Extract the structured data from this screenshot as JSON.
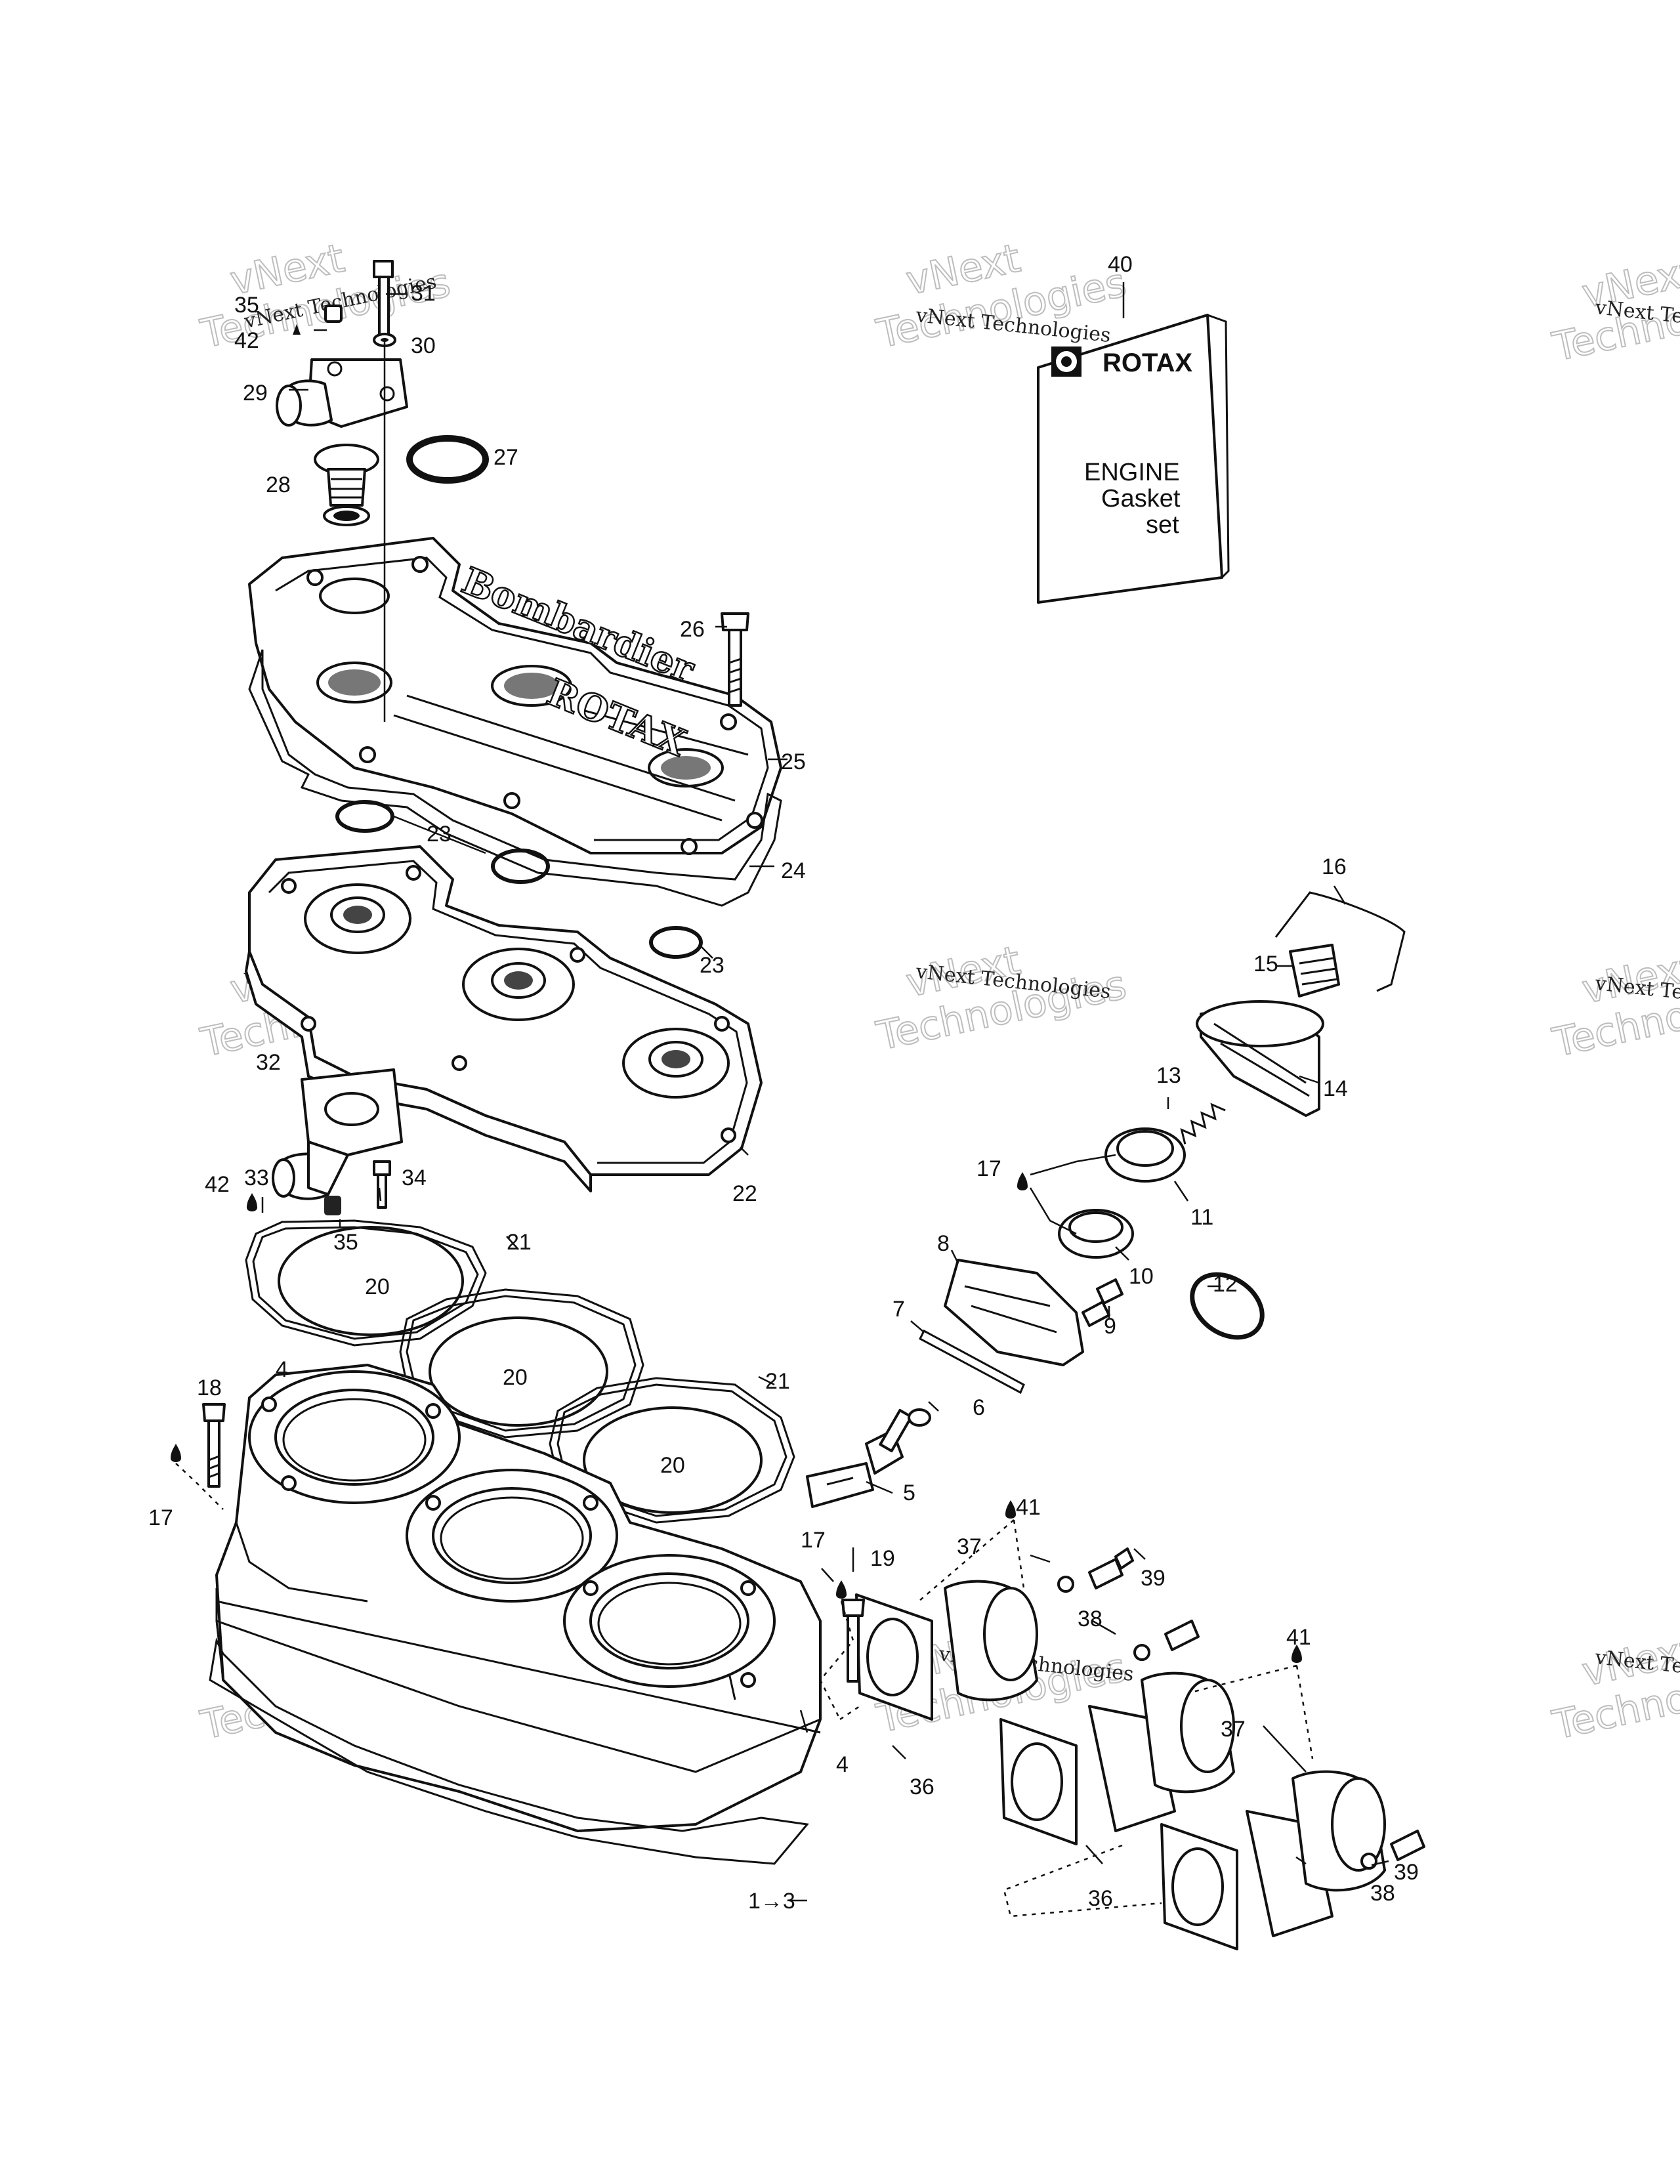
{
  "callouts": [
    "31",
    "35",
    "42",
    "30",
    "29",
    "27",
    "28",
    "40",
    "26",
    "25",
    "23",
    "24",
    "23",
    "16",
    "15",
    "14",
    "13",
    "32",
    "22",
    "33",
    "34",
    "42",
    "35",
    "17",
    "11",
    "21",
    "20",
    "8",
    "10",
    "12",
    "7",
    "9",
    "20",
    "21",
    "18",
    "4",
    "6",
    "20",
    "5",
    "17",
    "41",
    "17",
    "19",
    "37",
    "39",
    "38",
    "41",
    "37",
    "36",
    "4",
    "39",
    "38",
    "36",
    "1→3"
  ],
  "watermarks": {
    "text": "vNext Technologies",
    "big_word_1": "vNext",
    "big_word_2": "Technologies"
  },
  "kit": {
    "brand": "ROTAX",
    "line1": "ENGINE",
    "line2": "Gasket",
    "line3": "set"
  },
  "embossed": {
    "word1": "Bombardier",
    "word2": "ROTAX"
  }
}
